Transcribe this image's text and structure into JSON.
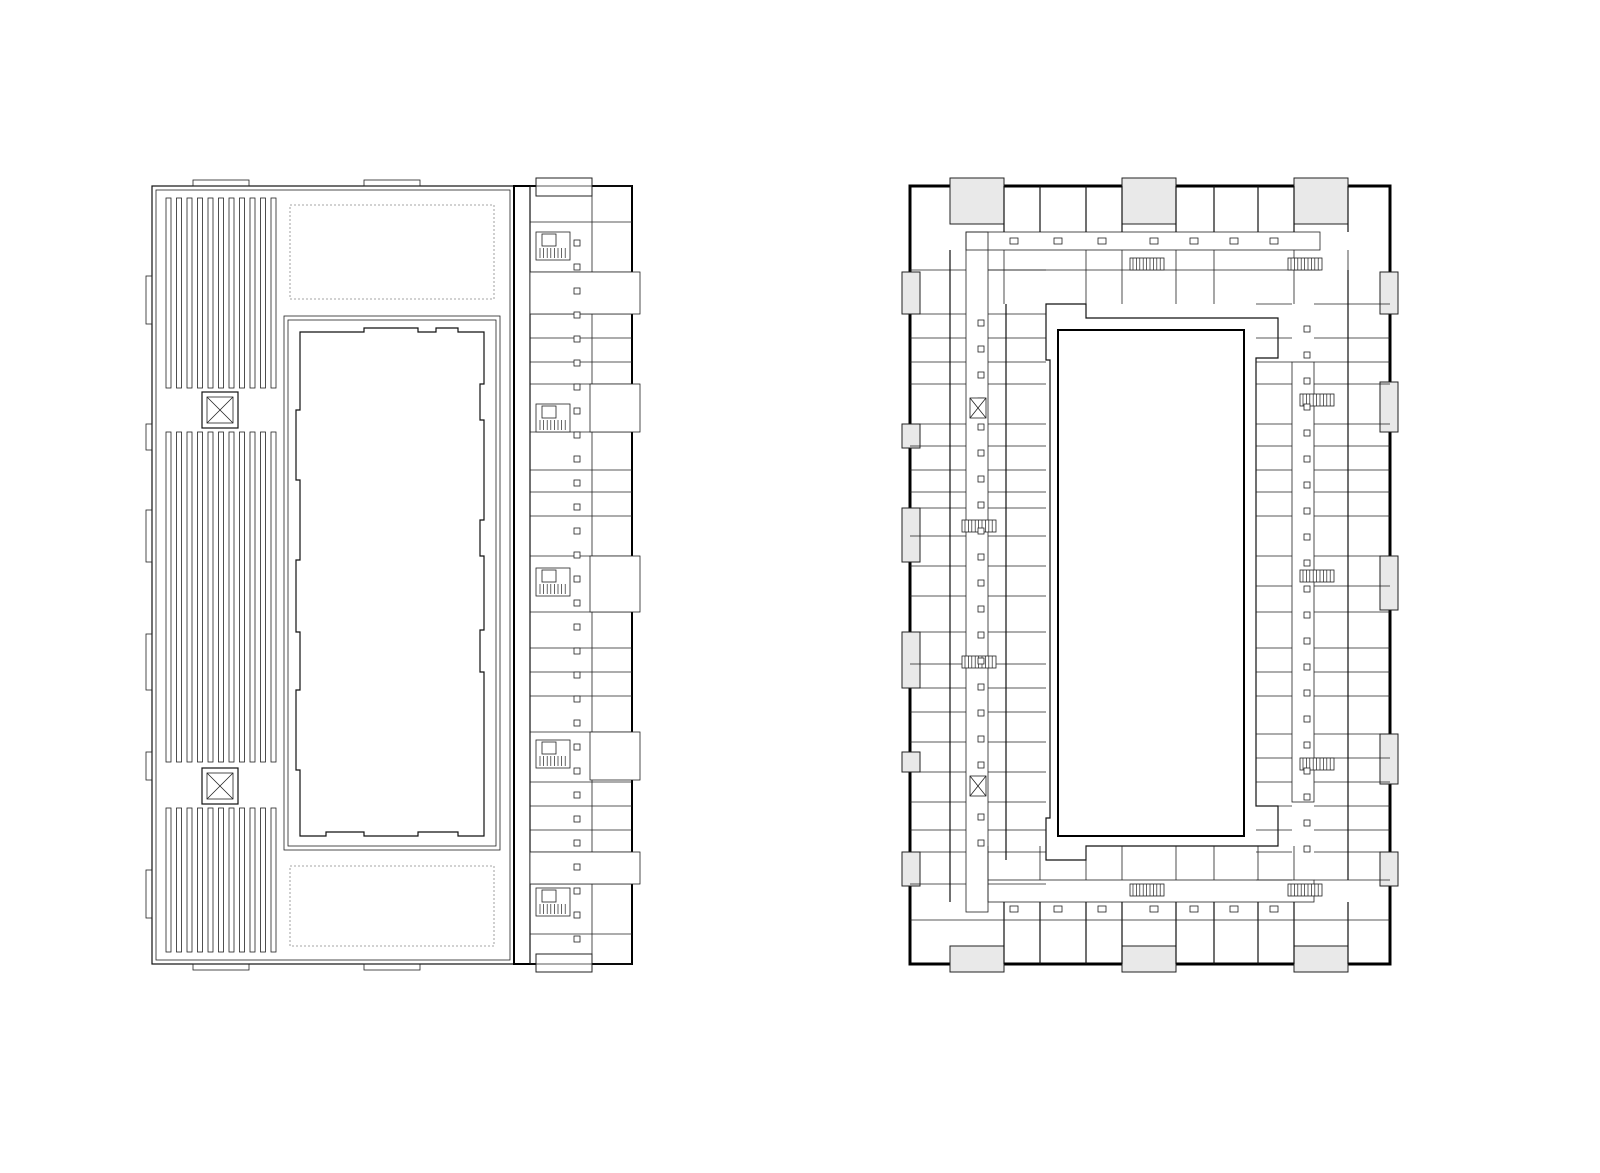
{
  "drawing": {
    "colors": {
      "background": "#ffffff",
      "line": "#111111",
      "balcony_fill": "#e9e9e9"
    },
    "plans": [
      {
        "id": "roof-plan",
        "description_icon": "roof-plan"
      },
      {
        "id": "typical-floor-plan",
        "description_icon": "floor-plan"
      }
    ]
  }
}
